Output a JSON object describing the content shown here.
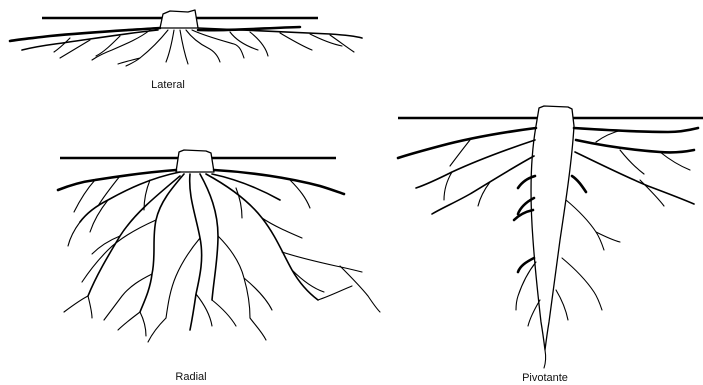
{
  "diagram": {
    "panels": [
      {
        "id": "lateral",
        "label": "Lateral"
      },
      {
        "id": "radial",
        "label": "Radial"
      },
      {
        "id": "pivotante",
        "label": "Pivotante"
      }
    ]
  }
}
